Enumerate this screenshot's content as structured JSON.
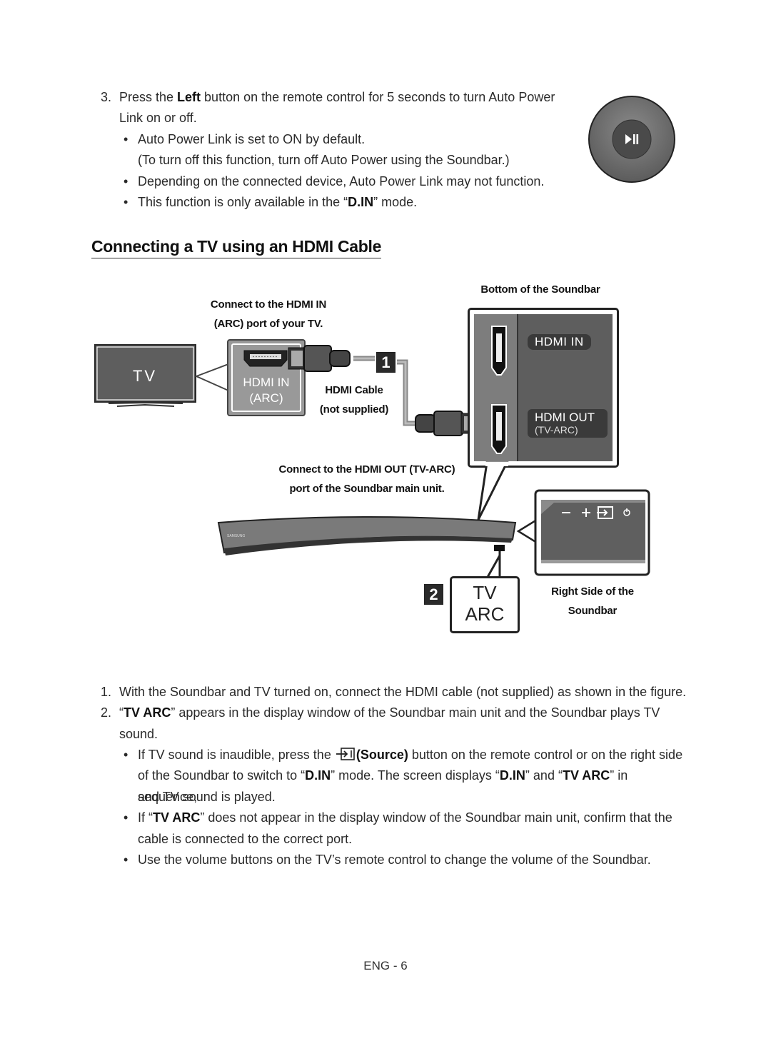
{
  "step3": {
    "num": "3.",
    "pre": "Press the ",
    "bold": "Left",
    "post": " button on the remote control for 5 seconds to turn Auto Power",
    "line2": "Link on or off.",
    "bullets": [
      "Auto Power Link is set to ON by default.",
      "(To turn off this function, turn off Auto Power using the Soundbar.)",
      "Depending on the connected device, Auto Power Link may not function."
    ],
    "b4_pre": "This function is only available in the “",
    "b4_bold": "D.IN",
    "b4_post": "” mode."
  },
  "heading": "Connecting a TV using an HDMI Cable",
  "diagram": {
    "bottom_label": "Bottom of the Soundbar",
    "connect_tv_l1": "Connect to the HDMI IN",
    "connect_tv_l2": "(ARC) port of your TV.",
    "tv_text": "TV",
    "tv_port_l1": "HDMI IN",
    "tv_port_l2": "(ARC)",
    "cable_l1": "HDMI Cable",
    "cable_l2": "(not supplied)",
    "step1_badge": "1",
    "step2_badge": "2",
    "sb_hdmi_in": "HDMI IN",
    "sb_hdmi_out": "HDMI OUT",
    "sb_tv_arc": "(TV-ARC)",
    "connect_sb_l1": "Connect to the HDMI OUT (TV-ARC)",
    "connect_sb_l2": "port of the Soundbar main unit.",
    "display_l1": "TV",
    "display_l2": "ARC",
    "right_l1": "Right Side of the",
    "right_l2": "Soundbar",
    "brand": "SAMSUNG"
  },
  "steps": {
    "s1_num": "1.",
    "s1": "With the Soundbar and TV turned on, connect the HDMI cable (not supplied) as shown in the figure.",
    "s2_num": "2.",
    "s2_pre": "“",
    "s2_bold": "TV ARC",
    "s2_post": "” appears in the display window of the Soundbar main unit and the Soundbar plays TV",
    "s2_line2": "sound.",
    "b1_pre": "If TV sound is inaudible, press the ",
    "b1_bold": "(Source)",
    "b1_post": " button on the remote control or on the right side",
    "b1_l2_pre": "of the Soundbar to switch to “",
    "b1_l2_bold1": "D.IN",
    "b1_l2_mid": "” mode. The screen displays “",
    "b1_l2_bold2": "D.IN",
    "b1_l2_mid2": "” and “",
    "b1_l2_bold3": "TV ARC",
    "b1_l2_post": "” in sequence,",
    "b1_l3": "and TV sound is played.",
    "b2_pre": "If “",
    "b2_bold": "TV ARC",
    "b2_post": "” does not appear in the display window of the Soundbar main unit, confirm that the",
    "b2_l2": "cable is connected to the correct port.",
    "b3": "Use the volume buttons on the TV’s remote control to change the volume of the Soundbar."
  },
  "footer": "ENG - 6"
}
